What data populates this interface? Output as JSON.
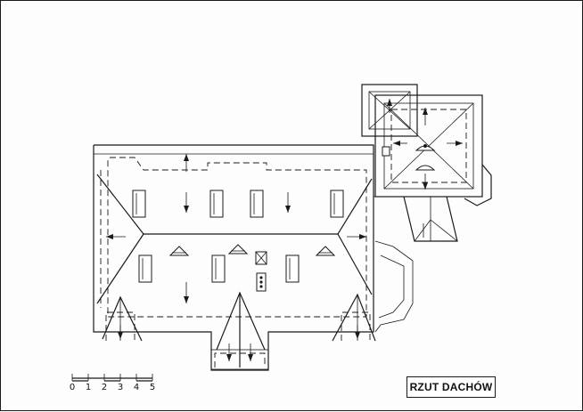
{
  "drawing": {
    "title": "RZUT DACHÓW"
  },
  "scale_bar": {
    "ticks": [
      "0",
      "1",
      "2",
      "3",
      "4",
      "5"
    ]
  },
  "colors": {
    "ink": "#1a1a1a",
    "paper": "#ffffff"
  }
}
